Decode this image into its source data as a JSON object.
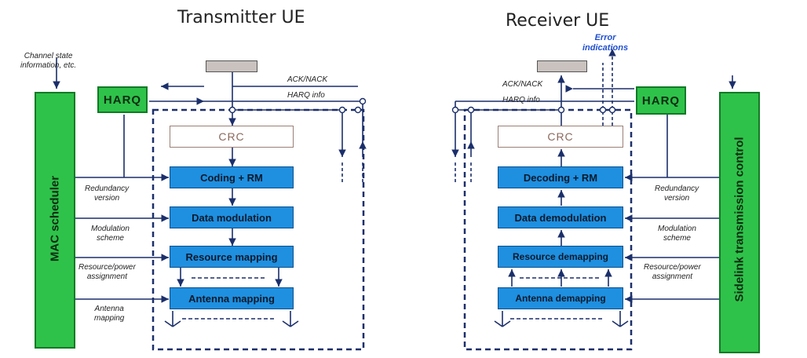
{
  "titles": {
    "tx": "Transmitter UE",
    "rx": "Receiver UE"
  },
  "left_side": {
    "channel_state": [
      "Channel state",
      "information, etc."
    ],
    "mac": "MAC scheduler",
    "harq": "HARQ",
    "ack_nack": "ACK/NACK",
    "harq_info": "HARQ info",
    "crc": "CRC",
    "blocks": [
      "Coding + RM",
      "Data modulation",
      "Resource mapping",
      "Antenna mapping"
    ],
    "params": [
      [
        "Redundancy",
        "version"
      ],
      [
        "Modulation",
        "scheme"
      ],
      [
        "Resource/power",
        "assignment"
      ],
      [
        "Antenna",
        "mapping"
      ]
    ]
  },
  "right_side": {
    "error": [
      "Error",
      "indications"
    ],
    "sidelink": "Sidelink transmission control",
    "harq": "HARQ",
    "ack_nack": "ACK/NACK",
    "harq_info": "HARQ info",
    "crc": "CRC",
    "blocks": [
      "Decoding + RM",
      "Data demodulation",
      "Resource demapping",
      "Antenna demapping"
    ],
    "params": [
      [
        "Redundancy",
        "version"
      ],
      [
        "Modulation",
        "scheme"
      ],
      [
        "Resource/power",
        "assignment"
      ]
    ]
  },
  "colors": {
    "block_blue": "#1f8fe0",
    "harq_green": "#2fc24a",
    "line_navy": "#1b2f6b"
  }
}
